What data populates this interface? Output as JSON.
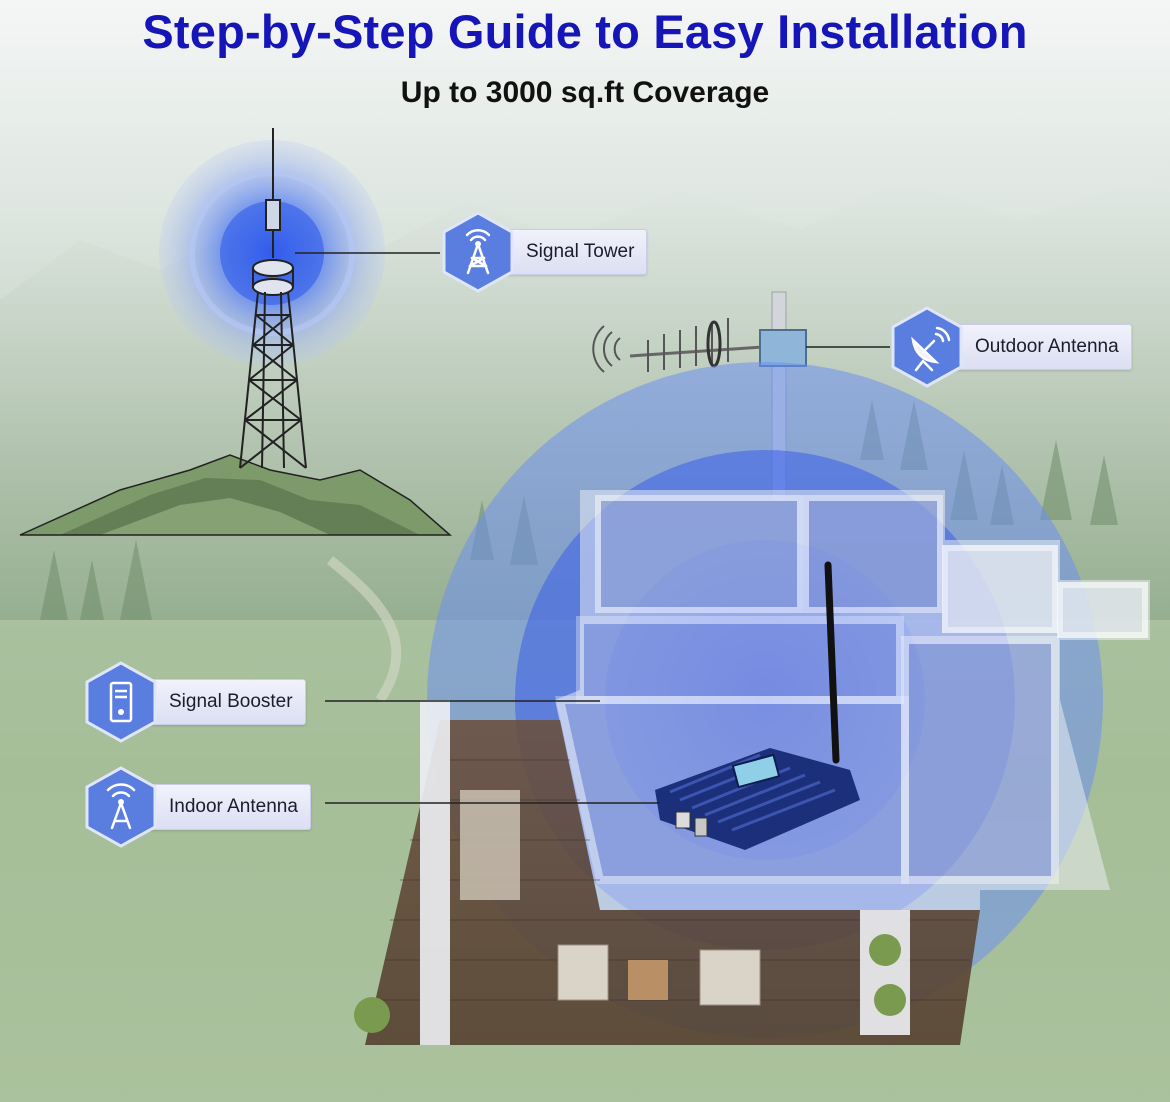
{
  "header": {
    "title": "Step-by-Step Guide to Easy Installation",
    "subtitle": "Up to 3000 sq.ft Coverage"
  },
  "labels": {
    "signal_tower": "Signal Tower",
    "outdoor_antenna": "Outdoor Antenna",
    "signal_booster": "Signal Booster",
    "indoor_antenna": "Indoor Antenna"
  },
  "icons": {
    "signal_tower": "tower-icon",
    "outdoor_antenna": "satellite-dish-icon",
    "signal_booster": "computer-tower-icon",
    "indoor_antenna": "antenna-icon"
  },
  "colors": {
    "title": "#1515b8",
    "accent": "#2446d8",
    "hex_fill": "#5a7ee0"
  }
}
